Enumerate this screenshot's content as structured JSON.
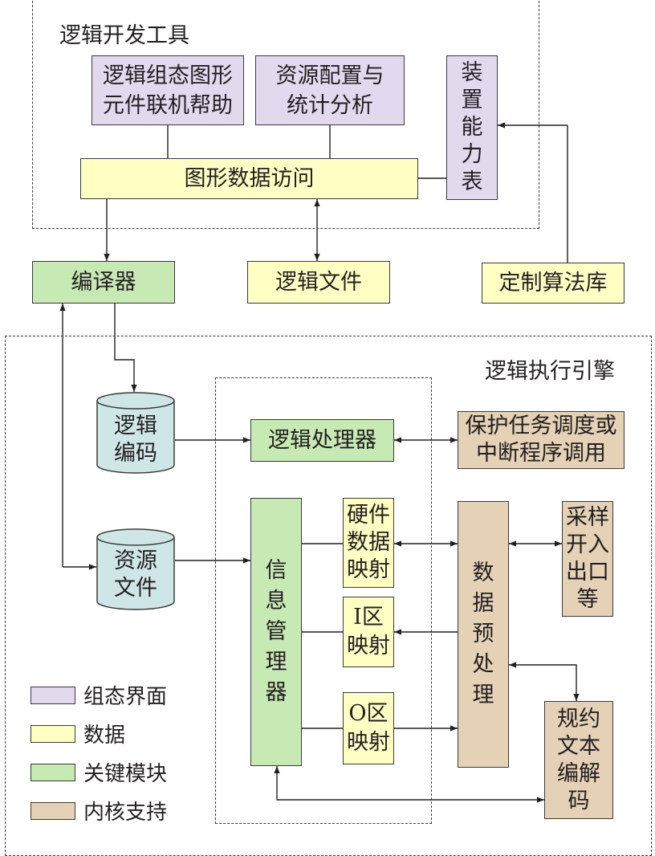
{
  "regions": {
    "dev_tools": "逻辑开发工具",
    "exec_engine": "逻辑执行引擎"
  },
  "boxes": {
    "config_help": [
      "逻辑组态图形",
      "元件联机帮助"
    ],
    "resource_stats": [
      "资源配置与",
      "统计分析"
    ],
    "device_capability": [
      "装",
      "置",
      "能",
      "力",
      "表"
    ],
    "graphic_data_access": "图形数据访问",
    "compiler": "编译器",
    "logic_file": "逻辑文件",
    "custom_algorithm_lib": "定制算法库",
    "logic_code": [
      "逻辑",
      "编码"
    ],
    "resource_file": [
      "资源",
      "文件"
    ],
    "logic_processor": "逻辑处理器",
    "protection_interrupt": [
      "保护任务调度或",
      "中断程序调用"
    ],
    "info_manager": [
      "信",
      "息",
      "管",
      "理",
      "器"
    ],
    "hw_data_map": [
      "硬件",
      "数据",
      "映射"
    ],
    "i_zone_map": [
      "I区",
      "映射"
    ],
    "o_zone_map": [
      "O区",
      "映射"
    ],
    "data_preprocess": [
      "数",
      "据",
      "预",
      "处",
      "理"
    ],
    "sampling_io": [
      "采样",
      "开入",
      "出口",
      "等"
    ],
    "protocol_codec": [
      "规约",
      "文本",
      "编解",
      "码"
    ]
  },
  "legend": [
    {
      "label": "组态界面",
      "color": "#e3d9ef"
    },
    {
      "label": "数据",
      "color": "#ffffc4"
    },
    {
      "label": "关键模块",
      "color": "#c7e9b4"
    },
    {
      "label": "内核支持",
      "color": "#e4d1b6"
    }
  ],
  "colors": {
    "ui": "#e3d9ef",
    "data": "#ffffc4",
    "module": "#c7e9b4",
    "kernel": "#e4d1b6",
    "storage": "#cfe6e6",
    "line": "#3a3a3a"
  }
}
